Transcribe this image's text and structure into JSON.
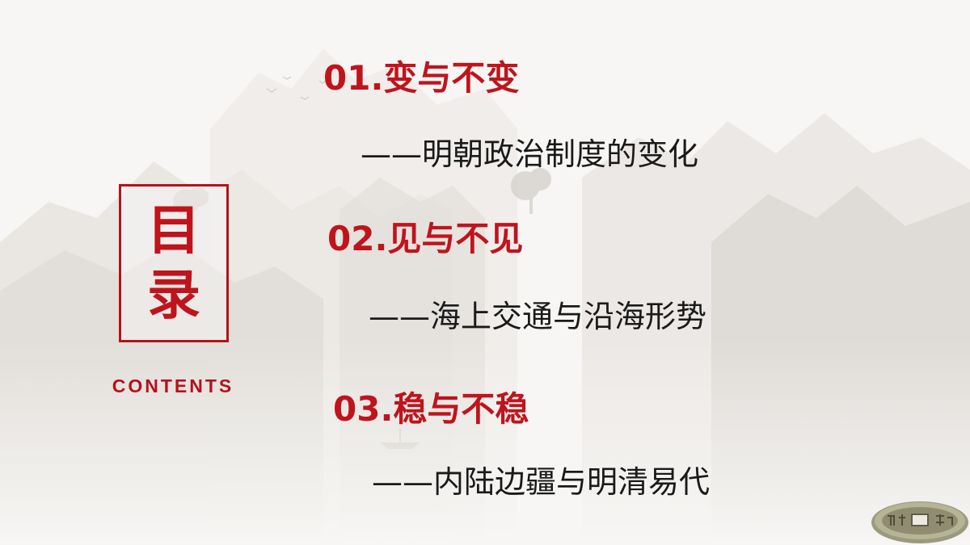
{
  "sidebar": {
    "title_chars": [
      "目",
      "录"
    ],
    "contents_label": "CONTENTS"
  },
  "items": [
    {
      "heading": "01.变与不变",
      "subtitle": "——明朝政治制度的变化"
    },
    {
      "heading": "02.见与不见",
      "subtitle": "——海上交通与沿海形势"
    },
    {
      "heading": "03.稳与不稳",
      "subtitle": "——内陆边疆与明清易代"
    }
  ],
  "colors": {
    "accent": "#c0141c",
    "text": "#1a1a1a",
    "background": "#f7f6f4"
  },
  "icons": {
    "decoration": "ancient-coin-icon",
    "background": "ink-landscape-painting"
  }
}
